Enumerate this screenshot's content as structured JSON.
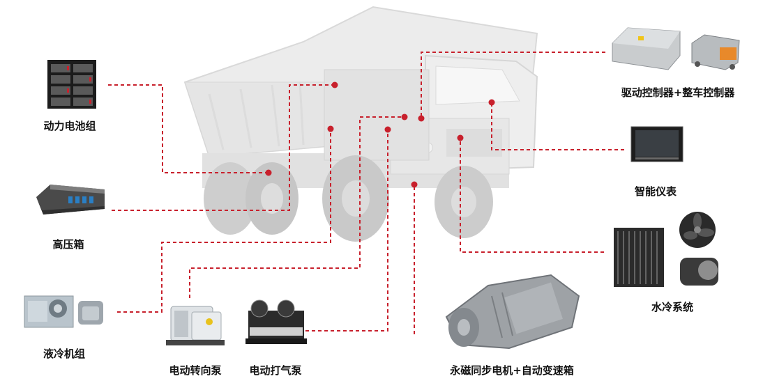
{
  "colors": {
    "connector": "#c8202c",
    "label": "#111111",
    "truck_body": "#e6e6e6",
    "truck_shadow": "#cfcfcf",
    "tire": "#c2c2c2"
  },
  "components": [
    {
      "id": "battery",
      "label": "动力电池组",
      "icon": "battery-rack-icon"
    },
    {
      "id": "hv-box",
      "label": "高压箱",
      "icon": "high-voltage-box-icon"
    },
    {
      "id": "liquid-cooling",
      "label": "液冷机组",
      "icon": "liquid-cooling-unit-icon"
    },
    {
      "id": "steering-pump",
      "label": "电动转向泵",
      "icon": "electric-steering-pump-icon"
    },
    {
      "id": "air-pump",
      "label": "电动打气泵",
      "icon": "electric-air-pump-icon"
    },
    {
      "id": "motor-gearbox",
      "label": "永磁同步电机+自动变速箱",
      "icon": "motor-gearbox-icon"
    },
    {
      "id": "water-cooling",
      "label": "水冷系统",
      "icon": "water-cooling-system-icon"
    },
    {
      "id": "display",
      "label": "智能仪表",
      "icon": "smart-display-icon"
    },
    {
      "id": "controllers",
      "label": "驱动控制器+整车控制器",
      "icon": "controller-units-icon"
    }
  ]
}
